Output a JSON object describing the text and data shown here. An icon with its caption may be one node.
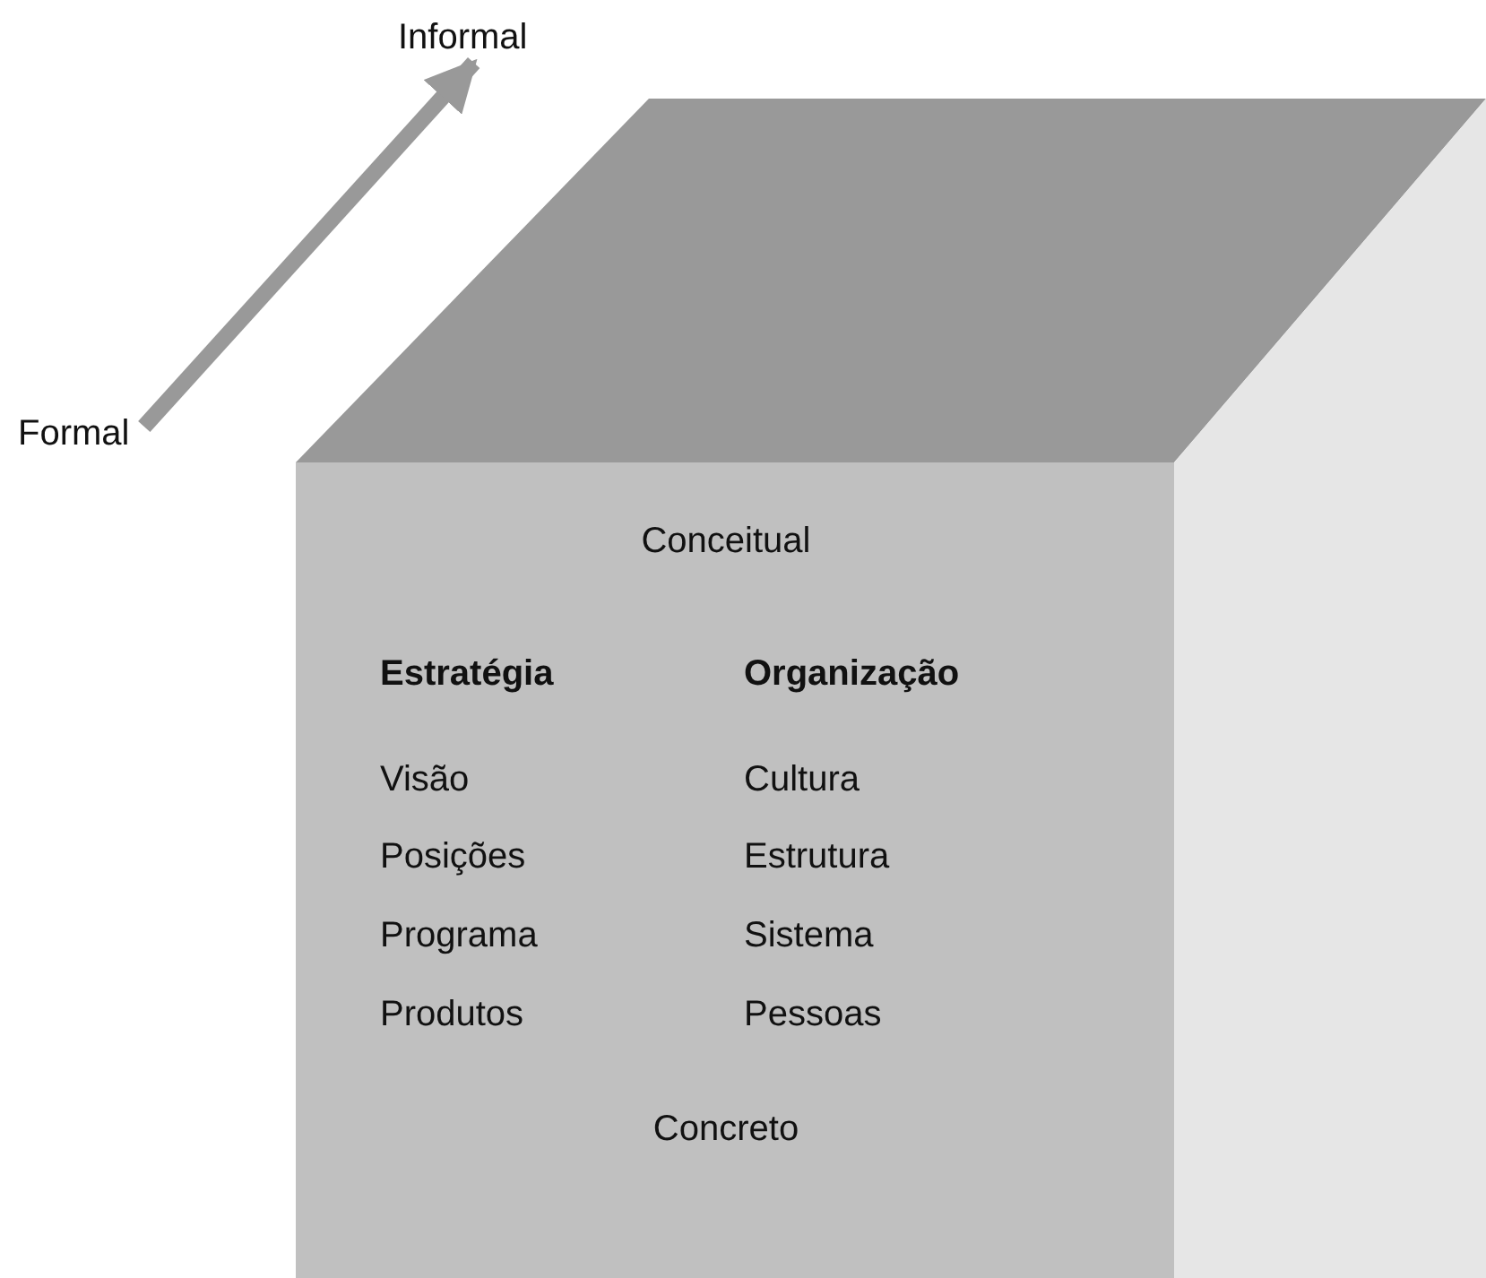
{
  "diagram": {
    "nodes": [
      {
        "text": [
          "Formal"
        ]
      },
      {
        "text": [
          "Informal"
        ]
      },
      {
        "text": [
          "Conceitual",
          "Estratégia",
          "Organização",
          "Visão",
          "Cultura",
          "Posições",
          "Estrutura",
          "Programa",
          "Sistema",
          "Produtos",
          "Pessoas",
          "Concreto"
        ]
      }
    ],
    "edges": [
      {
        "from": 0,
        "to": 1,
        "arrow": "to"
      }
    ]
  }
}
